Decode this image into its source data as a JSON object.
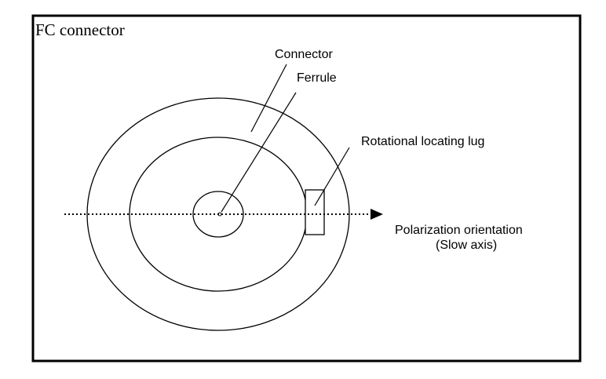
{
  "title": "FC connector",
  "labels": {
    "connector": "Connector",
    "ferrule": "Ferrule",
    "lug": "Rotational locating lug",
    "polarization_line1": "Polarization orientation",
    "polarization_line2": "(Slow axis)"
  }
}
